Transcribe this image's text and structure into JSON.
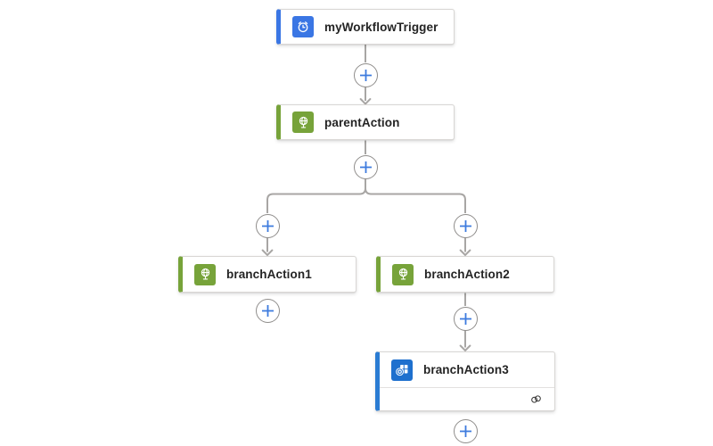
{
  "app": {
    "name": "workflow-designer-canvas"
  },
  "colors": {
    "canvas_bg": "#ffffff",
    "connector_gray": "#a8a6a4",
    "plus_blue": "#3d7bde",
    "node_border": "#d9d7d5",
    "label_text": "#242424",
    "trigger_blue": "#3a76e4",
    "http_green": "#77a33a",
    "outlook_blue": "#2b7cd3"
  },
  "workflow": {
    "nodes": [
      {
        "label": "myWorkflowTrigger",
        "kind": "trigger",
        "icon": "recurrence-clock-icon",
        "accent": "#3a76e4"
      },
      {
        "label": "parentAction",
        "kind": "action",
        "icon": "http-globe-icon",
        "accent": "#77a33a"
      },
      {
        "label": "branchAction1",
        "kind": "action",
        "icon": "http-globe-icon",
        "accent": "#77a33a"
      },
      {
        "label": "branchAction2",
        "kind": "action",
        "icon": "http-globe-icon",
        "accent": "#77a33a"
      },
      {
        "label": "branchAction3",
        "kind": "action",
        "icon": "office365-outlook-icon",
        "accent": "#2b7cd3",
        "footer_icon": "connection-icon"
      }
    ],
    "edges": [
      {
        "from": "myWorkflowTrigger",
        "to": "parentAction"
      },
      {
        "from": "parentAction",
        "to": "branchAction1"
      },
      {
        "from": "parentAction",
        "to": "branchAction2"
      },
      {
        "from": "branchAction2",
        "to": "branchAction3"
      }
    ],
    "add_step_buttons": [
      {
        "id": "after-trigger",
        "icon": "plus-icon"
      },
      {
        "id": "after-parentAction",
        "icon": "plus-icon"
      },
      {
        "id": "branch1-top",
        "icon": "plus-icon"
      },
      {
        "id": "branch2-top",
        "icon": "plus-icon"
      },
      {
        "id": "after-branchAction1",
        "icon": "plus-icon"
      },
      {
        "id": "after-branchAction2",
        "icon": "plus-icon"
      },
      {
        "id": "after-branchAction3",
        "icon": "plus-icon"
      }
    ]
  }
}
